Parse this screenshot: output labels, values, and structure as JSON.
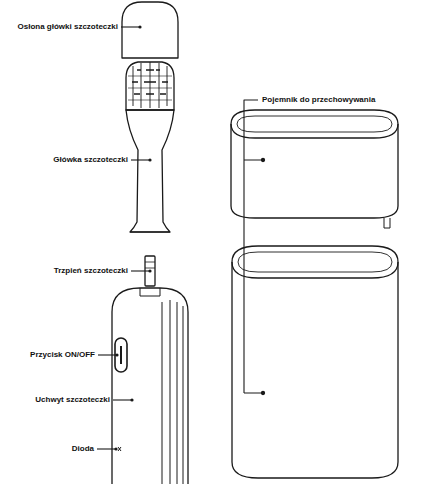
{
  "diagram": {
    "labels": [
      "Osłona główki szczoteczki",
      "Główka szczoteczki",
      "Trzpień szczoteczki",
      "Przycisk ON/OFF",
      "Uchwyt szczoteczki",
      "Dioda",
      "Pojemnik do przechowywania"
    ]
  }
}
